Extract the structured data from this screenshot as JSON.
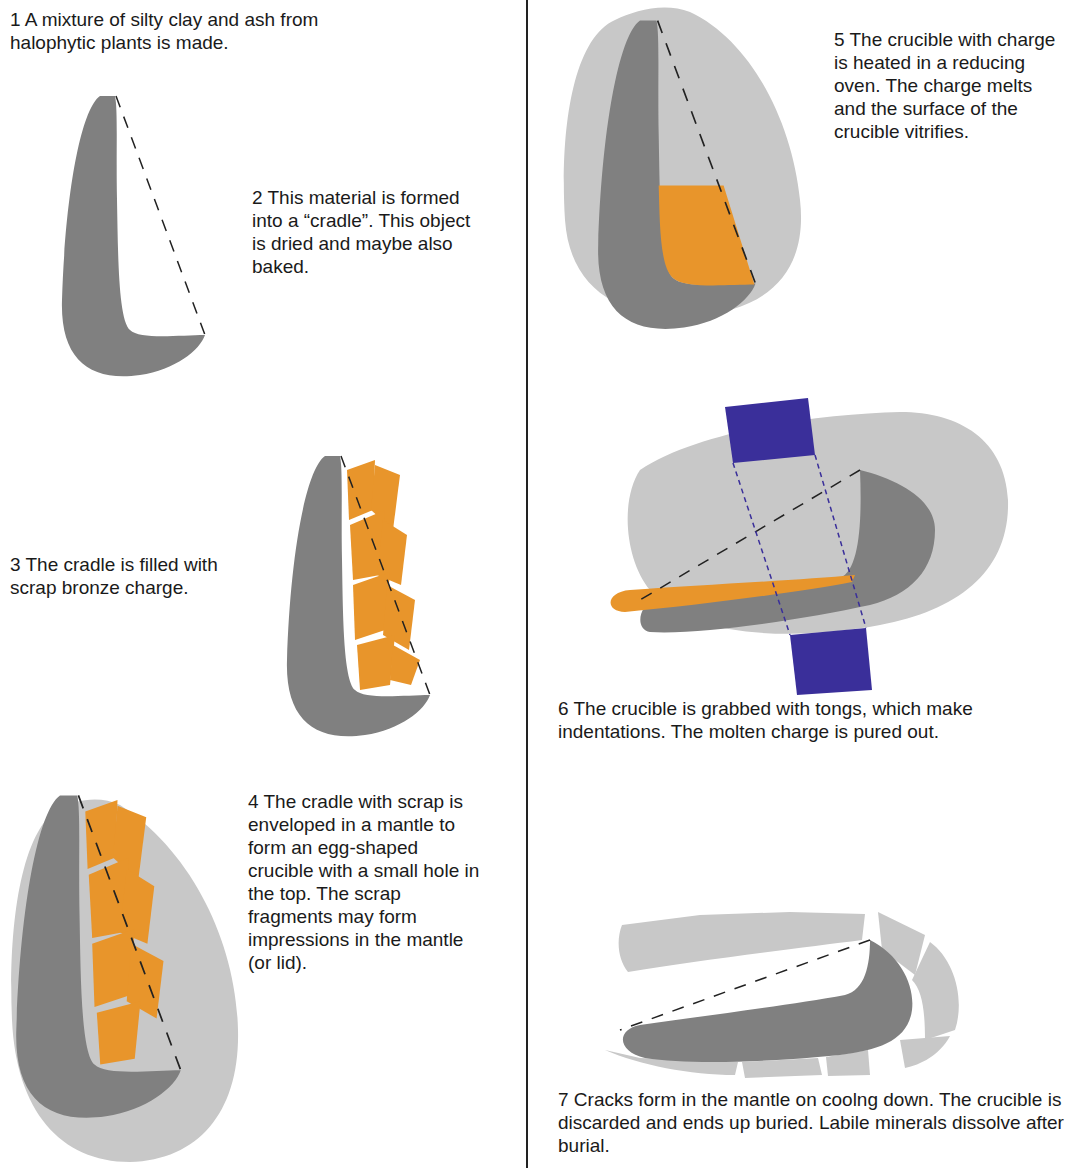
{
  "diagram": {
    "labels": [
      "1 A mixture of silty clay and ash from halophytic plants is made.",
      "2 This material is formed into a “cradle”. This object is dried and maybe also baked.",
      "3 The cradle is filled with scrap bronze charge.",
      "4 The cradle with scrap is enveloped in a mantle to form an egg-shaped crucible with a small hole in the top. The scrap fragments may form impressions in the mantle (or lid).",
      "5 The crucible with charge is heated in a reducing oven. The charge melts and the surface of the crucible vitrifies.",
      "6 The crucible is grabbed with tongs, which make indentations. The molten charge is pured out.",
      "7 Cracks form in the mantle on coolng down. The crucible is discarded and ends up buried. Labile minerals dissolve after burial."
    ]
  }
}
